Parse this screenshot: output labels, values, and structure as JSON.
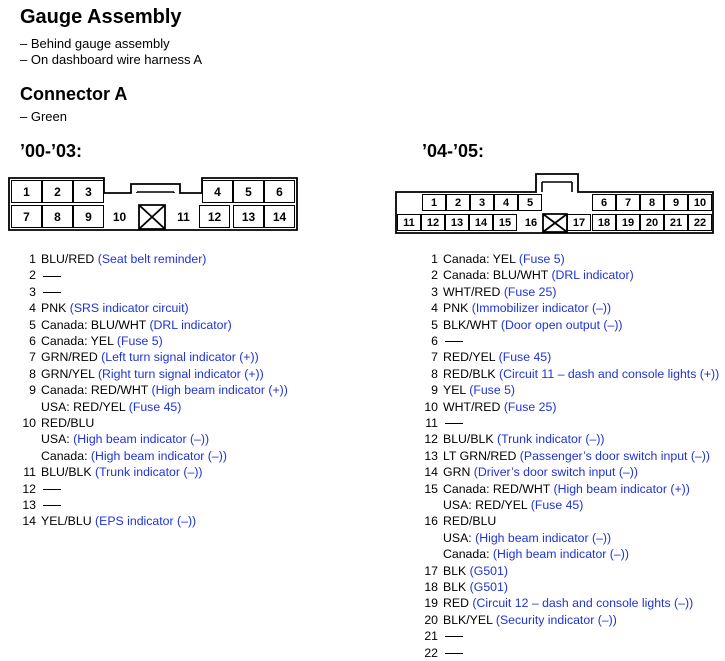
{
  "title": "Gauge Assembly",
  "location_notes": [
    "– Behind gauge assembly",
    "– On dashboard wire harness A"
  ],
  "connector": {
    "title": "Connector A",
    "color_note": "– Green"
  },
  "sections": [
    {
      "label": "’00-’03:",
      "connector_top_row": [
        "1",
        "2",
        "3",
        "4",
        "5",
        "6"
      ],
      "connector_bottom_row": [
        "7",
        "8",
        "9",
        "10",
        "11",
        "12",
        "13",
        "14"
      ],
      "pins": [
        {
          "num": "1",
          "lines": [
            {
              "wire": "BLU/RED",
              "desc": "(Seat belt reminder)"
            }
          ]
        },
        {
          "num": "2",
          "lines": [
            {
              "wire": "",
              "desc": ""
            }
          ],
          "empty": true
        },
        {
          "num": "3",
          "lines": [
            {
              "wire": "",
              "desc": ""
            }
          ],
          "empty": true
        },
        {
          "num": "4",
          "lines": [
            {
              "wire": "PNK",
              "desc": "(SRS indicator circuit)"
            }
          ]
        },
        {
          "num": "5",
          "lines": [
            {
              "wire": "Canada: BLU/WHT",
              "desc": "(DRL indicator)"
            }
          ]
        },
        {
          "num": "6",
          "lines": [
            {
              "wire": "Canada: YEL",
              "desc": "(Fuse 5)"
            }
          ]
        },
        {
          "num": "7",
          "lines": [
            {
              "wire": "GRN/RED",
              "desc": "(Left turn signal indicator (+))"
            }
          ]
        },
        {
          "num": "8",
          "lines": [
            {
              "wire": "GRN/YEL",
              "desc": "(Right turn signal indicator (+))"
            }
          ]
        },
        {
          "num": "9",
          "lines": [
            {
              "wire": "Canada: RED/WHT",
              "desc": "(High beam indicator (+))"
            },
            {
              "wire": "USA: RED/YEL",
              "desc": "(Fuse 45)"
            }
          ]
        },
        {
          "num": "10",
          "lines": [
            {
              "wire": "RED/BLU",
              "desc": ""
            },
            {
              "wire": "USA:",
              "desc": "(High beam indicator (–))"
            },
            {
              "wire": "Canada:",
              "desc": "(High beam indicator (–))"
            }
          ]
        },
        {
          "num": "11",
          "lines": [
            {
              "wire": "BLU/BLK",
              "desc": "(Trunk indicator (–))"
            }
          ]
        },
        {
          "num": "12",
          "lines": [
            {
              "wire": "",
              "desc": ""
            }
          ],
          "empty": true
        },
        {
          "num": "13",
          "lines": [
            {
              "wire": "",
              "desc": ""
            }
          ],
          "empty": true
        },
        {
          "num": "14",
          "lines": [
            {
              "wire": "YEL/BLU",
              "desc": "(EPS indicator (–))"
            }
          ]
        }
      ]
    },
    {
      "label": "’04-’05:",
      "connector_top_row": [
        "1",
        "2",
        "3",
        "4",
        "5",
        "6",
        "7",
        "8",
        "9",
        "10"
      ],
      "connector_bottom_row": [
        "11",
        "12",
        "13",
        "14",
        "15",
        "16",
        "17",
        "18",
        "19",
        "20",
        "21",
        "22"
      ],
      "pins": [
        {
          "num": "1",
          "lines": [
            {
              "wire": "Canada: YEL",
              "desc": "(Fuse 5)"
            }
          ]
        },
        {
          "num": "2",
          "lines": [
            {
              "wire": "Canada: BLU/WHT",
              "desc": "(DRL indicator)"
            }
          ]
        },
        {
          "num": "3",
          "lines": [
            {
              "wire": "WHT/RED",
              "desc": "(Fuse 25)"
            }
          ]
        },
        {
          "num": "4",
          "lines": [
            {
              "wire": "PNK",
              "desc": "(Immobilizer indicator (–))"
            }
          ]
        },
        {
          "num": "5",
          "lines": [
            {
              "wire": "BLK/WHT",
              "desc": "(Door open output (–))"
            }
          ]
        },
        {
          "num": "6",
          "lines": [
            {
              "wire": "",
              "desc": ""
            }
          ],
          "empty": true
        },
        {
          "num": "7",
          "lines": [
            {
              "wire": "RED/YEL",
              "desc": "(Fuse 45)"
            }
          ]
        },
        {
          "num": "8",
          "lines": [
            {
              "wire": "RED/BLK",
              "desc": "(Circuit 11 – dash and console lights (+))"
            }
          ]
        },
        {
          "num": "9",
          "lines": [
            {
              "wire": "YEL",
              "desc": "(Fuse 5)"
            }
          ]
        },
        {
          "num": "10",
          "lines": [
            {
              "wire": "WHT/RED",
              "desc": "(Fuse 25)"
            }
          ]
        },
        {
          "num": "11",
          "lines": [
            {
              "wire": "",
              "desc": ""
            }
          ],
          "empty": true
        },
        {
          "num": "12",
          "lines": [
            {
              "wire": "BLU/BLK",
              "desc": "(Trunk indicator (–))"
            }
          ]
        },
        {
          "num": "13",
          "lines": [
            {
              "wire": "LT GRN/RED",
              "desc": "(Passenger’s door switch input (–))"
            }
          ]
        },
        {
          "num": "14",
          "lines": [
            {
              "wire": "GRN",
              "desc": "(Driver’s door switch input (–))"
            }
          ]
        },
        {
          "num": "15",
          "lines": [
            {
              "wire": "Canada: RED/WHT",
              "desc": "(High beam indicator (+))"
            },
            {
              "wire": "USA: RED/YEL",
              "desc": "(Fuse 45)"
            }
          ]
        },
        {
          "num": "16",
          "lines": [
            {
              "wire": "RED/BLU",
              "desc": ""
            },
            {
              "wire": "USA:",
              "desc": "(High beam indicator (–))"
            },
            {
              "wire": "Canada:",
              "desc": "(High beam indicator (–))"
            }
          ]
        },
        {
          "num": "17",
          "lines": [
            {
              "wire": "BLK",
              "desc": "(G501)"
            }
          ]
        },
        {
          "num": "18",
          "lines": [
            {
              "wire": "BLK",
              "desc": "(G501)"
            }
          ]
        },
        {
          "num": "19",
          "lines": [
            {
              "wire": "RED",
              "desc": "(Circuit 12 – dash and console lights (–))"
            }
          ]
        },
        {
          "num": "20",
          "lines": [
            {
              "wire": "BLK/YEL",
              "desc": "(Security indicator (–))"
            }
          ]
        },
        {
          "num": "21",
          "lines": [
            {
              "wire": "",
              "desc": ""
            }
          ],
          "empty": true
        },
        {
          "num": "22",
          "lines": [
            {
              "wire": "",
              "desc": ""
            }
          ],
          "empty": true
        }
      ]
    }
  ]
}
